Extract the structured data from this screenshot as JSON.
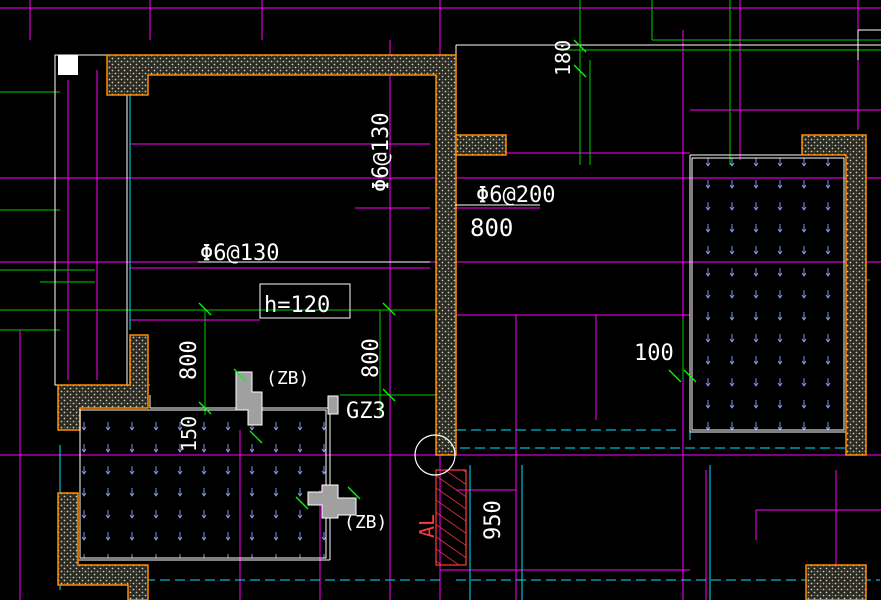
{
  "drawing": {
    "background": "#000000",
    "colors": {
      "magenta": "#ff00ff",
      "green": "#00ff00",
      "cyan": "#00ffff",
      "white": "#ffffff",
      "orange": "#ff8c00",
      "red": "#ff3a3a",
      "hatch": "#c8c8b4",
      "rebar": "#8aa0ff"
    },
    "labels": {
      "rebar_top": "Φ6@130",
      "rebar_left": "Φ6@130",
      "rebar_right": "Φ6@200",
      "dim_800_right": "800",
      "slab_thickness": "h=120",
      "dim_800_left": "800",
      "dim_800_mid": "800",
      "zb_top": "(ZB)",
      "zb_bottom": "(ZB)",
      "gz3": "GZ3",
      "dim_150": "150",
      "dim_100": "100",
      "dim_180": "180",
      "dim_950": "950",
      "axis_al": "AL"
    }
  }
}
